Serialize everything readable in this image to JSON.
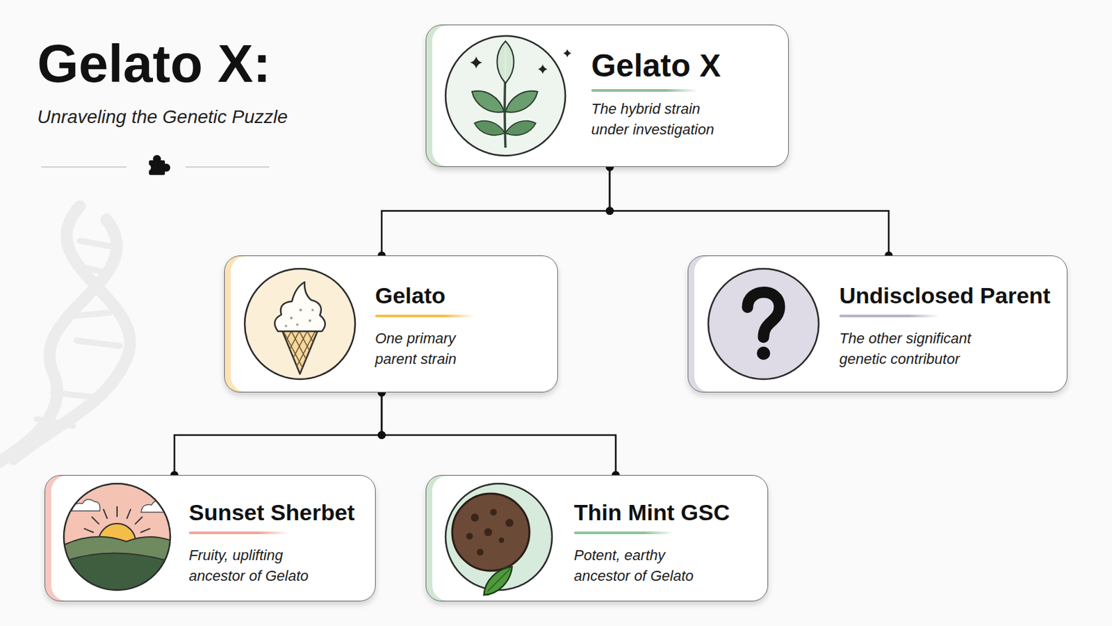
{
  "diagram": {
    "title": "Gelato X:",
    "nodes": [
      {
        "text": [
          "Gelato X",
          "The hybrid strain under investigation"
        ]
      },
      {
        "text": [
          "Gelato",
          "One primary parent strain"
        ]
      },
      {
        "text": [
          "Undisclosed Parent",
          "The other significant genetic contributor"
        ]
      },
      {
        "text": [
          "Sunset Sherbet",
          "Fruity, uplifting ancestor of Gelato"
        ]
      },
      {
        "text": [
          "Thin Mint GSC",
          "Potent, earthy ancestor of Gelato"
        ]
      }
    ],
    "edges": [
      {
        "from": 0,
        "to": 1,
        "arrow": "none"
      },
      {
        "from": 0,
        "to": 2,
        "arrow": "none"
      },
      {
        "from": 1,
        "to": 3,
        "arrow": "none"
      },
      {
        "from": 1,
        "to": 4,
        "arrow": "none"
      }
    ],
    "labels": [
      "Unraveling the Genetic Puzzle"
    ]
  }
}
